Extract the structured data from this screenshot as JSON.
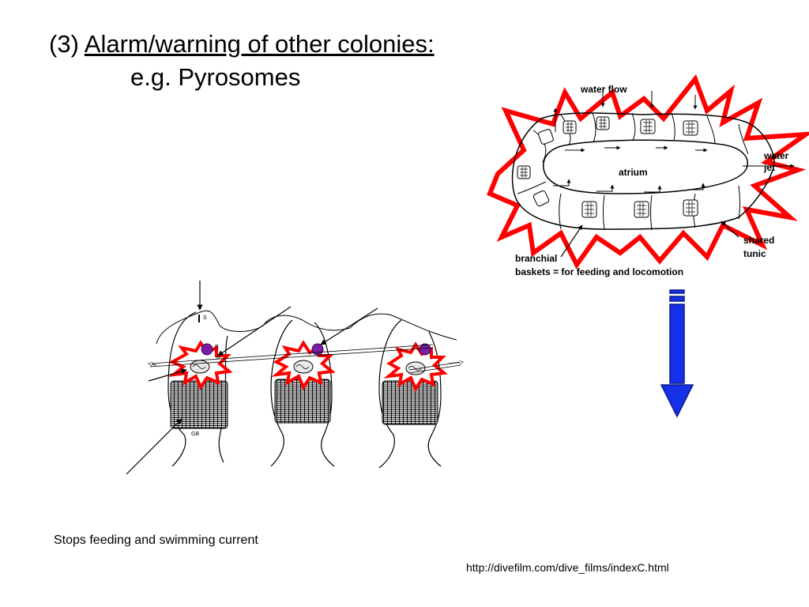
{
  "slide": {
    "title_prefix": "(3) ",
    "title_underlined": "Alarm/warning of other colonies:",
    "subtitle": "e.g. Pyrosomes",
    "caption": "Stops feeding and swimming current",
    "source_url": "http://divefilm.com/dive_films/indexC.html"
  },
  "colony_diagram": {
    "label_water_flow": "water flow",
    "label_water_jet_1": "water",
    "label_water_jet_2": "jet",
    "label_atrium": "atrium",
    "label_shared_1": "shared",
    "label_shared_2": "tunic",
    "label_branchial_1": "branchial",
    "label_branchial_2": "baskets = for feeding and locomotion"
  },
  "zooid_diagram": {
    "label_s": "S",
    "label_e": "E",
    "label_b": "B",
    "label_gb": "GB"
  },
  "colors": {
    "alarm_red": "#ff0000",
    "arrow_blue": "#1530e6",
    "arrow_blue_dark": "#0a1a8a",
    "nerve_purple": "#7a1fa2"
  }
}
